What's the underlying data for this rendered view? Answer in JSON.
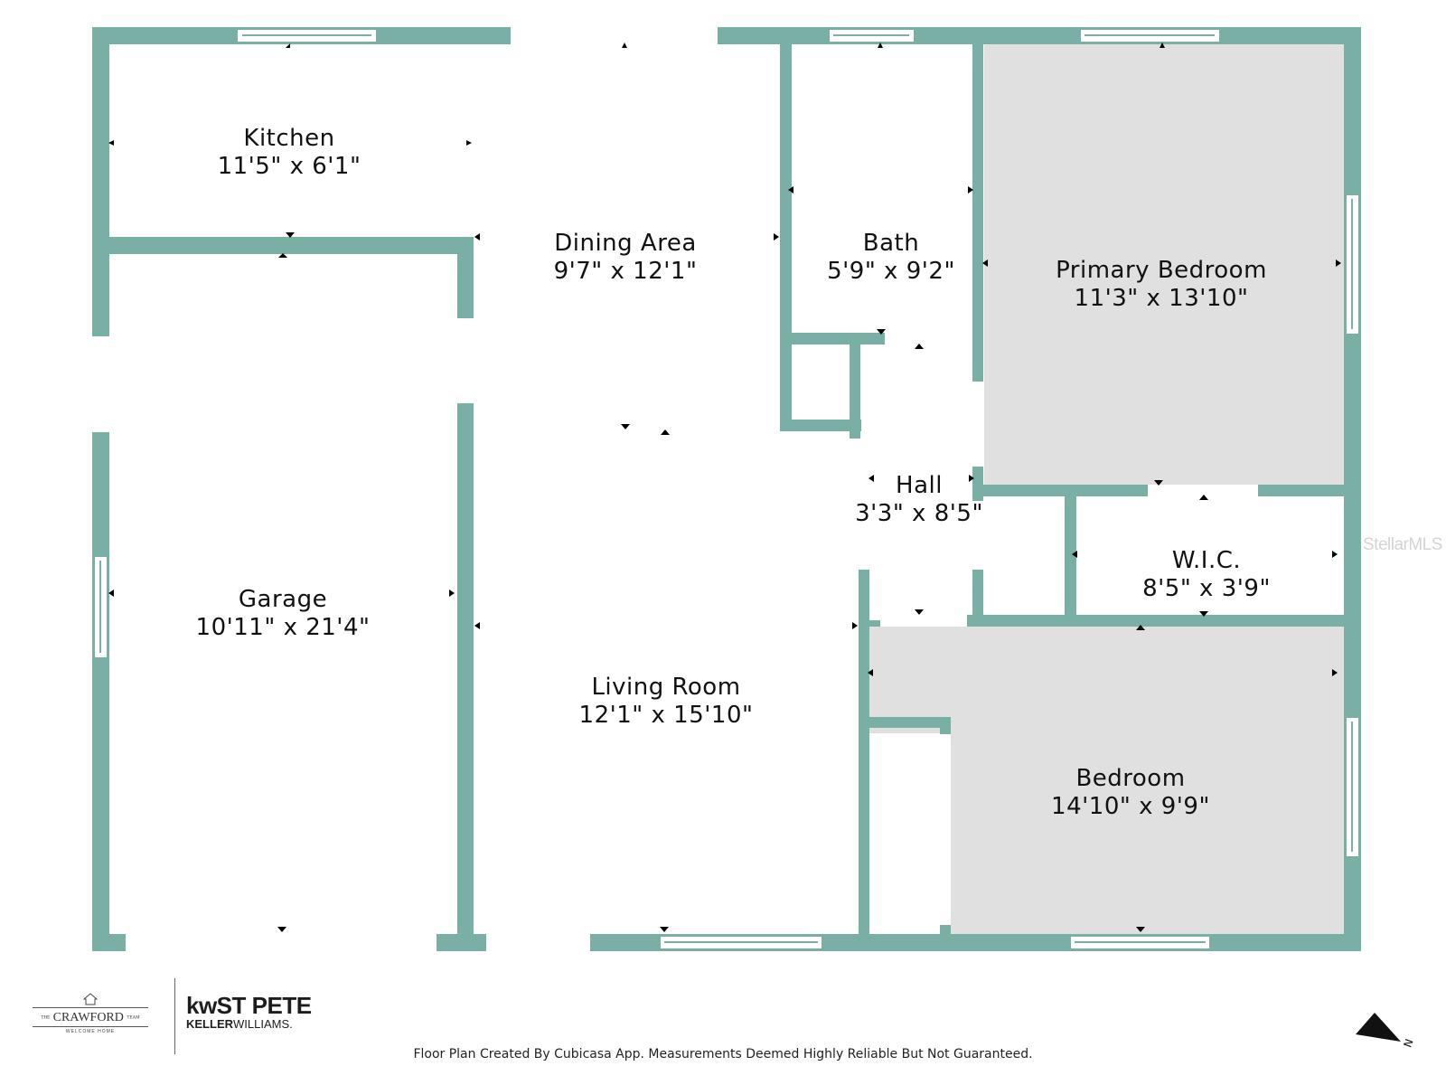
{
  "colors": {
    "wall": "#7aafa6",
    "shaded_room": "#e0e0e0",
    "background": "#ffffff",
    "window": "#7aafa6"
  },
  "rooms": [
    {
      "id": "kitchen",
      "name": "Kitchen",
      "dims": "11'5\" x 6'1\""
    },
    {
      "id": "dining",
      "name": "Dining Area",
      "dims": "9'7\" x 12'1\""
    },
    {
      "id": "bath",
      "name": "Bath",
      "dims": "5'9\" x 9'2\""
    },
    {
      "id": "primary",
      "name": "Primary Bedroom",
      "dims": "11'3\" x 13'10\""
    },
    {
      "id": "hall",
      "name": "Hall",
      "dims": "3'3\" x 8'5\""
    },
    {
      "id": "wic",
      "name": "W.I.C.",
      "dims": "8'5\" x 3'9\""
    },
    {
      "id": "garage",
      "name": "Garage",
      "dims": "10'11\" x 21'4\""
    },
    {
      "id": "living",
      "name": "Living Room",
      "dims": "12'1\" x 15'10\""
    },
    {
      "id": "bedroom",
      "name": "Bedroom",
      "dims": "14'10\" x 9'9\""
    }
  ],
  "watermark": "StellarMLS",
  "logos": {
    "crawford": {
      "the": "THE",
      "brand": "CRAWFORD",
      "team": "TEAM",
      "tagline": "WELCOME HOME"
    },
    "kw": {
      "line1": "kwST PETE",
      "line2_bold": "KELLER",
      "line2_rest": "WILLIAMS."
    }
  },
  "footer": "Floor Plan Created By Cubicasa App. Measurements Deemed Highly Reliable But Not Guaranteed.",
  "compass": {
    "label": "N",
    "icon": "north-arrow-icon"
  }
}
